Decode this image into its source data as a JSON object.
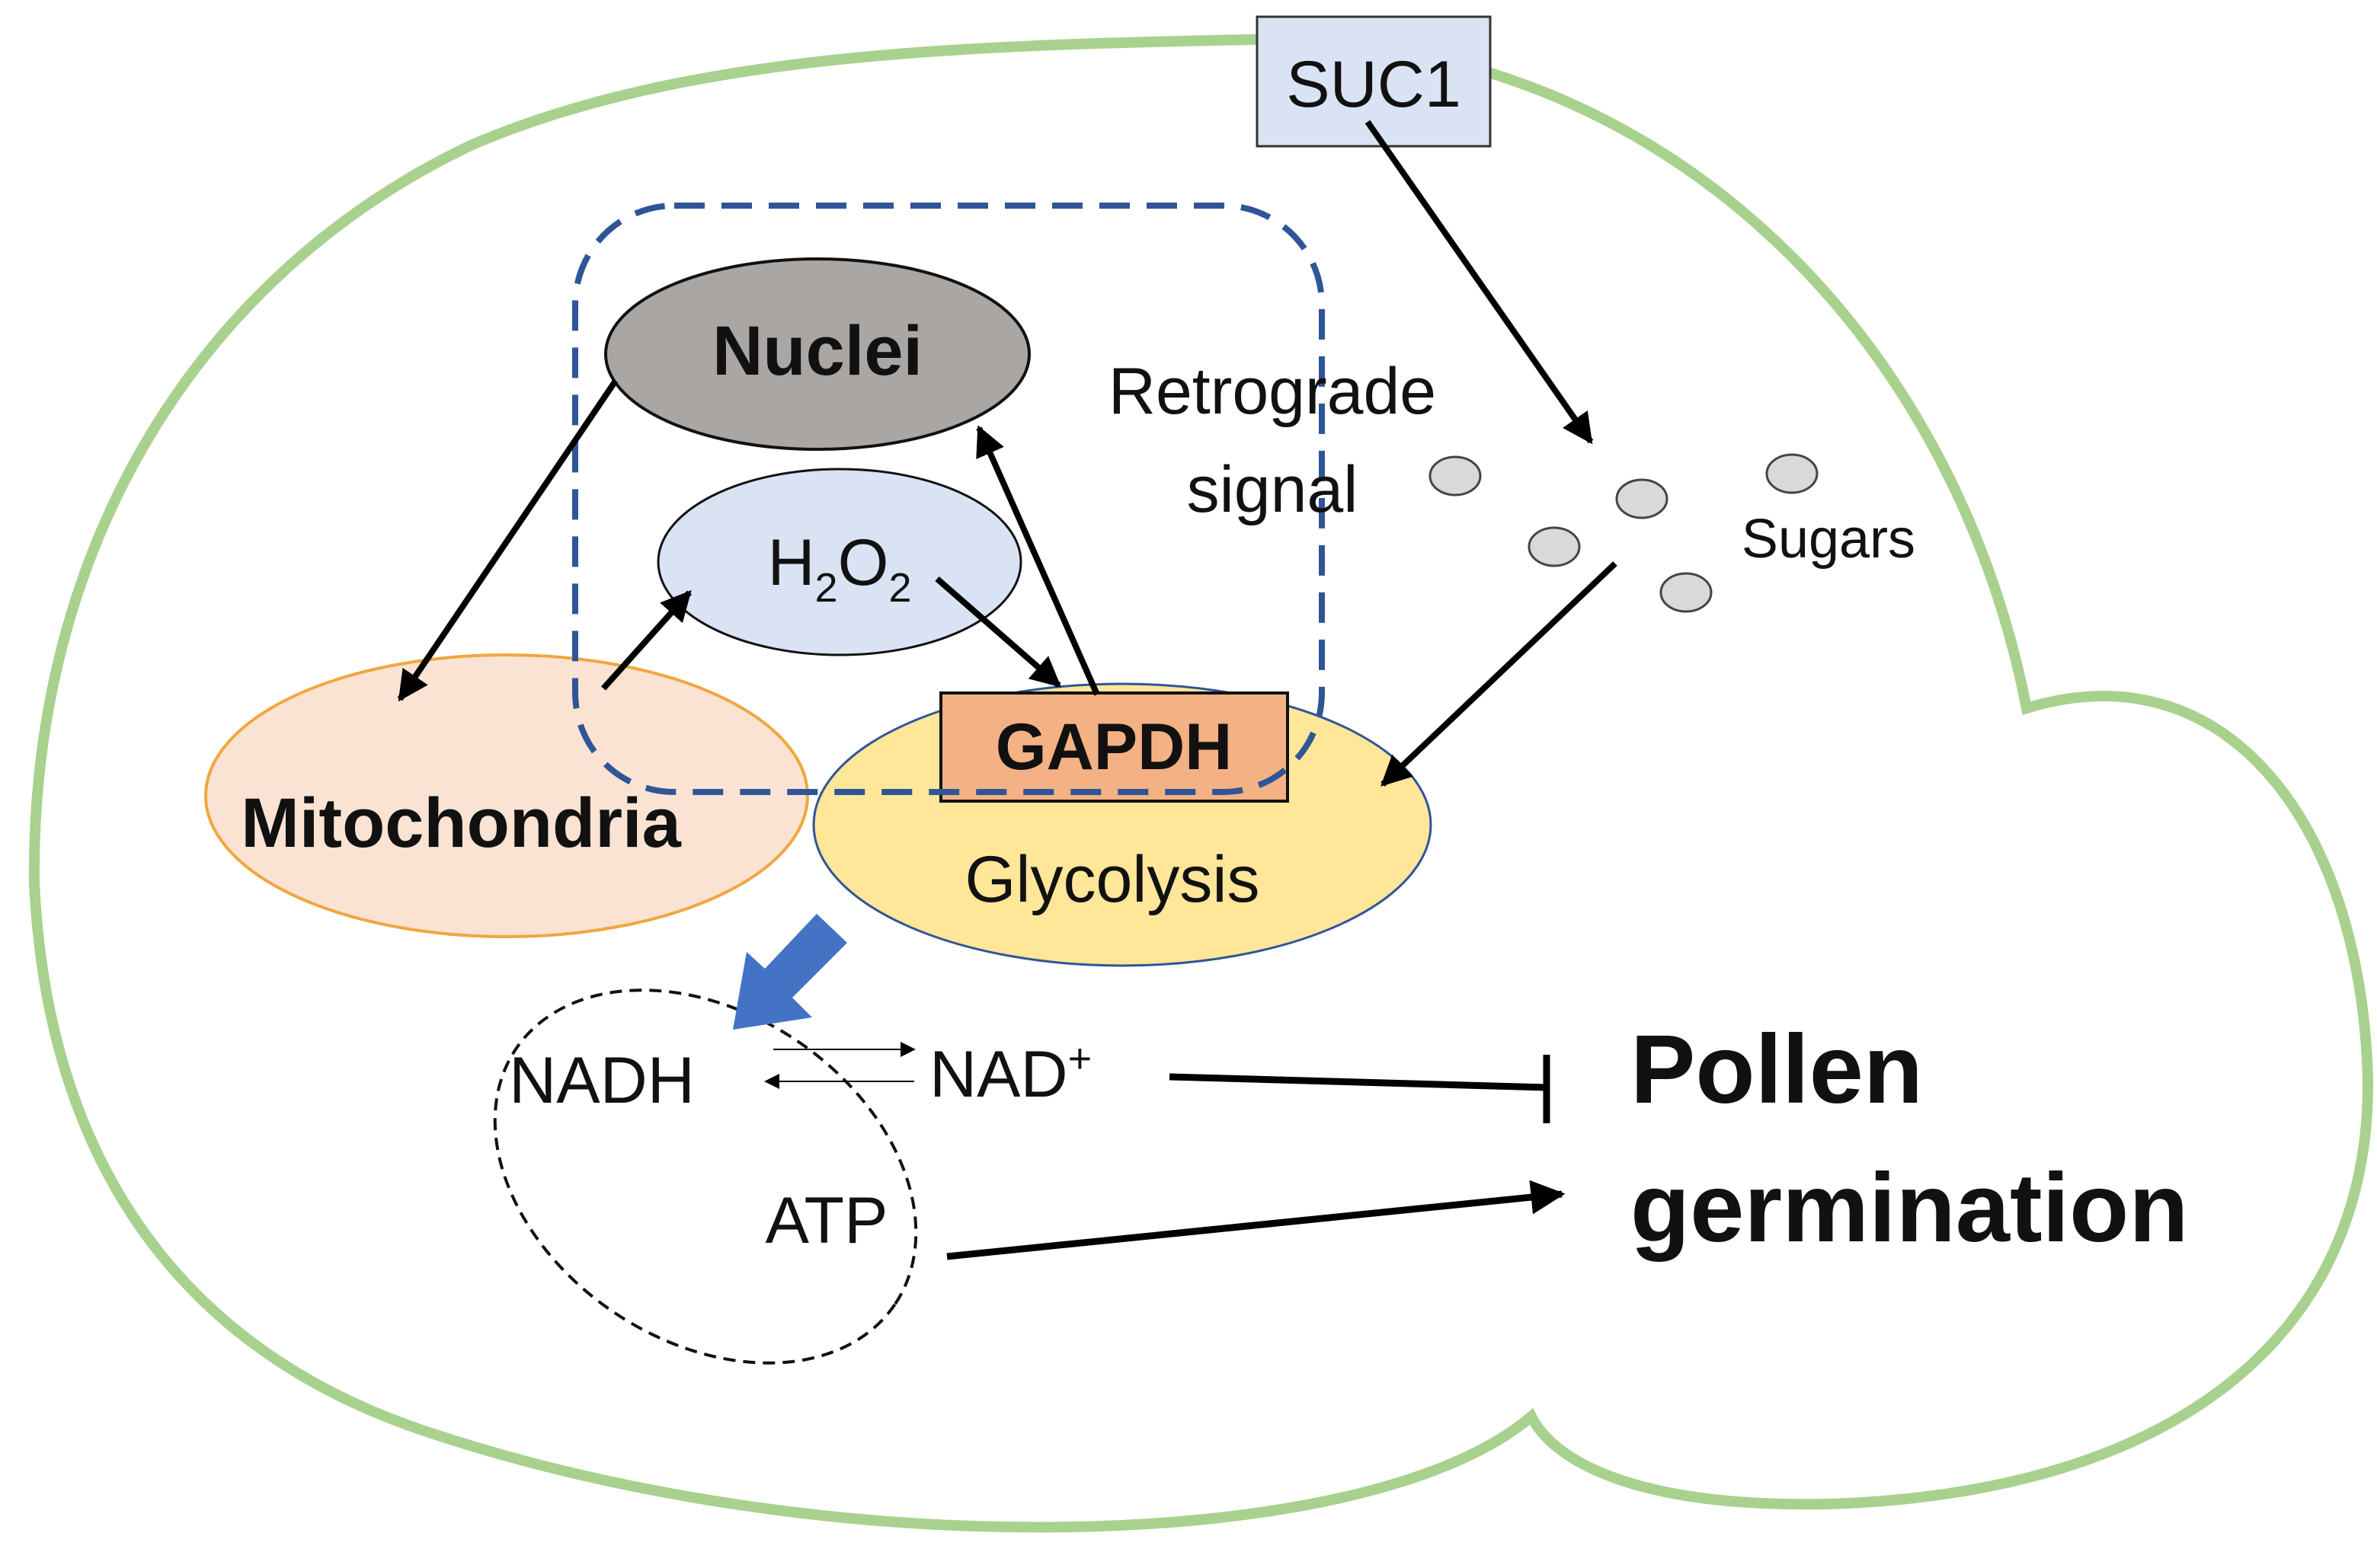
{
  "labels": {
    "suc1": "SUC1",
    "nuclei": "Nuclei",
    "retrograde_line1": "Retrograde",
    "retrograde_line2": "signal",
    "h2o2_h": "H",
    "h2o2_sub1": "2",
    "h2o2_o": "O",
    "h2o2_sub2": "2",
    "sugars": "Sugars",
    "gapdh": "GAPDH",
    "mitochondria": "Mitochondria",
    "glycolysis": "Glycolysis",
    "nadh": "NADH",
    "nad": "NAD",
    "nad_sup": "+",
    "atp": "ATP",
    "pollen_line1": "Pollen",
    "pollen_line2": "germination"
  },
  "colors": {
    "cell_outline": "#a9d18e",
    "suc1_fill": "#dae3f3",
    "nuclei_fill": "#aaa6a4",
    "h2o2_fill": "#dae3f3",
    "mito_fill": "#fbe3d4",
    "mito_stroke": "#f0a640",
    "glyco_fill": "#ffe699",
    "glyco_stroke": "#2f5597",
    "gapdh_fill": "#f4b183",
    "retrograde_box": "#2f5597",
    "sugar_fill": "#d9d9d9",
    "blue_arrow": "#4472c4"
  }
}
